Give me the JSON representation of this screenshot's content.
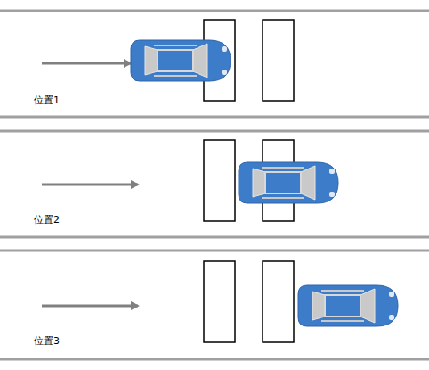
{
  "diagram": {
    "labels": [
      "位置1",
      "位置2",
      "位置3"
    ]
  }
}
